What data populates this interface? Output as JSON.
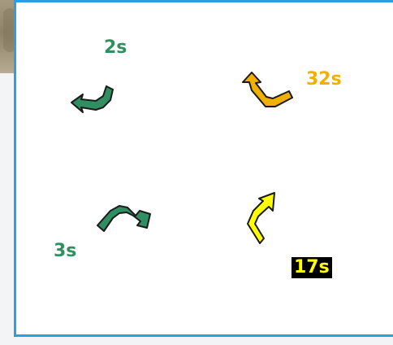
{
  "colors": {
    "panel_border": "#2b9fe3",
    "panel_background": "#ffffff",
    "stroke": "#1b1b1b"
  },
  "signals": [
    {
      "icon": "left-turn-arrow-icon",
      "arrow_color": "#2f8f60",
      "time_label": "2s",
      "label_color": "#2f8f60",
      "label_background": ""
    },
    {
      "icon": "up-left-turn-arrow-icon",
      "arrow_color": "#f0b000",
      "time_label": "32s",
      "label_color": "#f0b000",
      "label_background": ""
    },
    {
      "icon": "right-turn-arrow-icon",
      "arrow_color": "#2f8f60",
      "time_label": "3s",
      "label_color": "#2f8f60",
      "label_background": ""
    },
    {
      "icon": "bent-up-right-arrow-icon",
      "arrow_color": "#ffff00",
      "time_label": "17s",
      "label_color": "#ffff00",
      "label_background": "#000000"
    }
  ]
}
